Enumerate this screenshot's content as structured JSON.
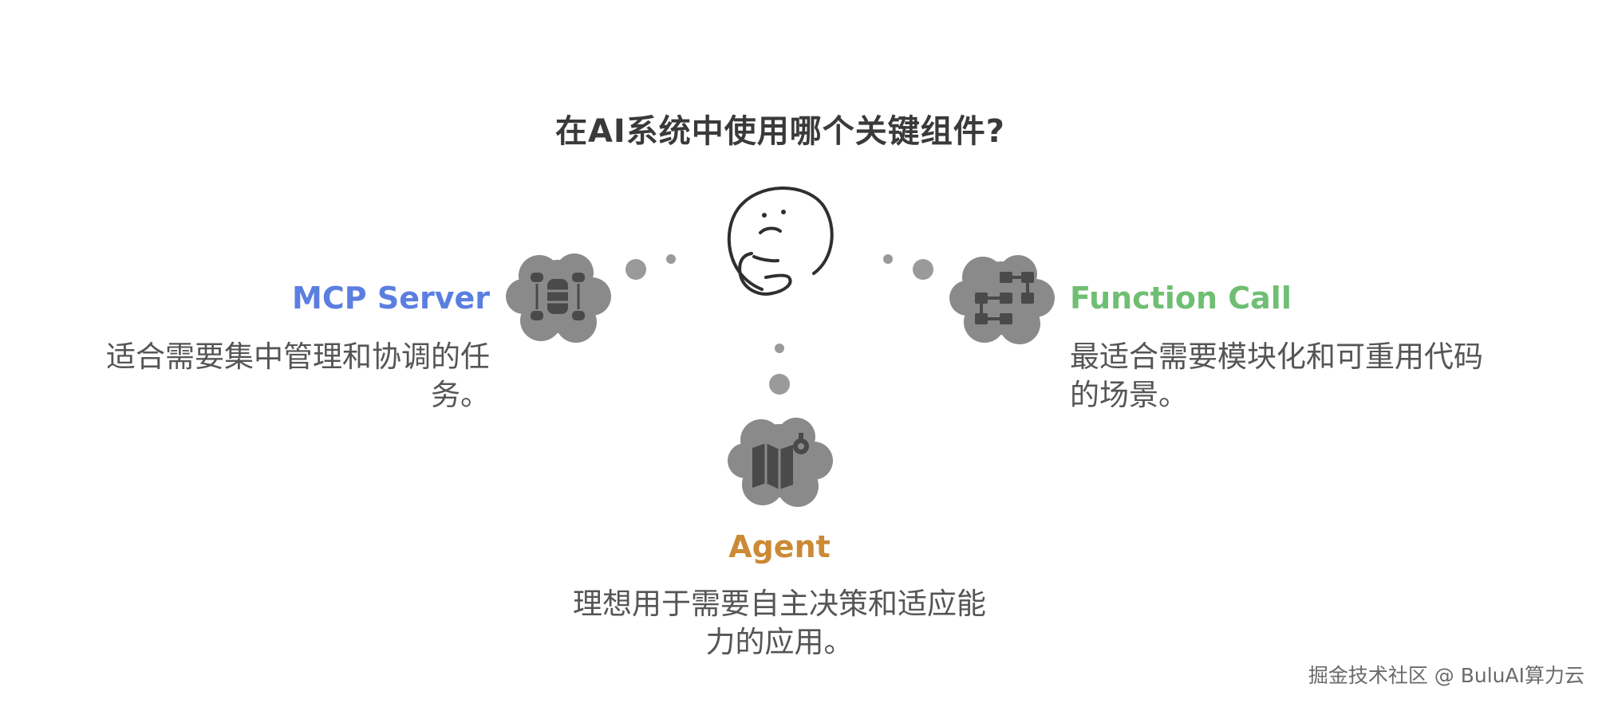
{
  "title": "在AI系统中使用哪个关键组件?",
  "nodes": [
    {
      "label": "MCP Server",
      "description": "适合需要集中管理和协调的任务。",
      "color": "#5b7fe0",
      "icon": "database-network-icon"
    },
    {
      "label": "Function Call",
      "description": "最适合需要模块化和可重用代码的场景。",
      "color": "#6fbf73",
      "icon": "workflow-icon"
    },
    {
      "label": "Agent",
      "description": "理想用于需要自主决策和适应能力的应用。",
      "color": "#cc8a35",
      "icon": "map-pin-icon"
    }
  ],
  "center_icon": "thinking-face-icon",
  "blob_color": "#8a8a8a",
  "watermark": "掘金技术社区 @ BuluAI算力云"
}
